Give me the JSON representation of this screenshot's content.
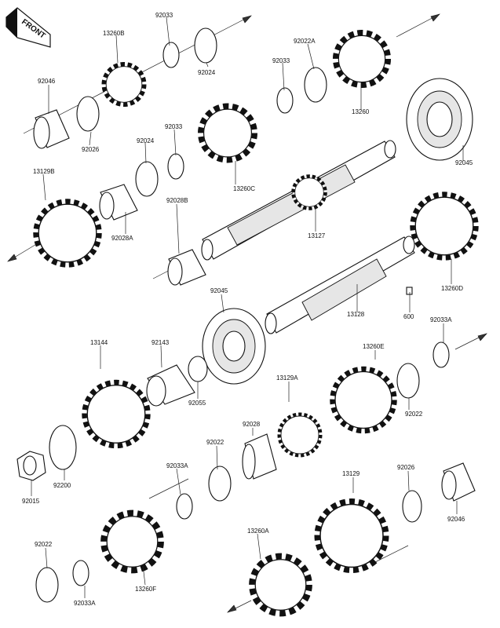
{
  "front_badge": "FRONT",
  "labels": {
    "p13260B": "13260B",
    "p92033_a": "92033",
    "p92024_a": "92024",
    "p92022A": "92022A",
    "p92033_b": "92033",
    "p13260": "13260",
    "p92046_a": "92046",
    "p92026_a": "92026",
    "p92033_c": "92033",
    "p92024_b": "92024",
    "p13260C": "13260C",
    "p92045_a": "92045",
    "p13129B": "13129B",
    "p92028A": "92028A",
    "p92028B": "92028B",
    "p13127": "13127",
    "p13260D": "13260D",
    "p92045_b": "92045",
    "p13128": "13128",
    "p600": "600",
    "p92033A_a": "92033A",
    "p13144": "13144",
    "p92143": "92143",
    "p13260E": "13260E",
    "p92055": "92055",
    "p13129A": "13129A",
    "p92022_a": "92022",
    "p92028": "92028",
    "p92022_b": "92022",
    "p92200": "92200",
    "p92015": "92015",
    "p92033A_b": "92033A",
    "p13129": "13129",
    "p92026_b": "92026",
    "p92046_b": "92046",
    "p13260A": "13260A",
    "p92022_c": "92022",
    "p13260F": "13260F",
    "p92033A_c": "92033A"
  }
}
